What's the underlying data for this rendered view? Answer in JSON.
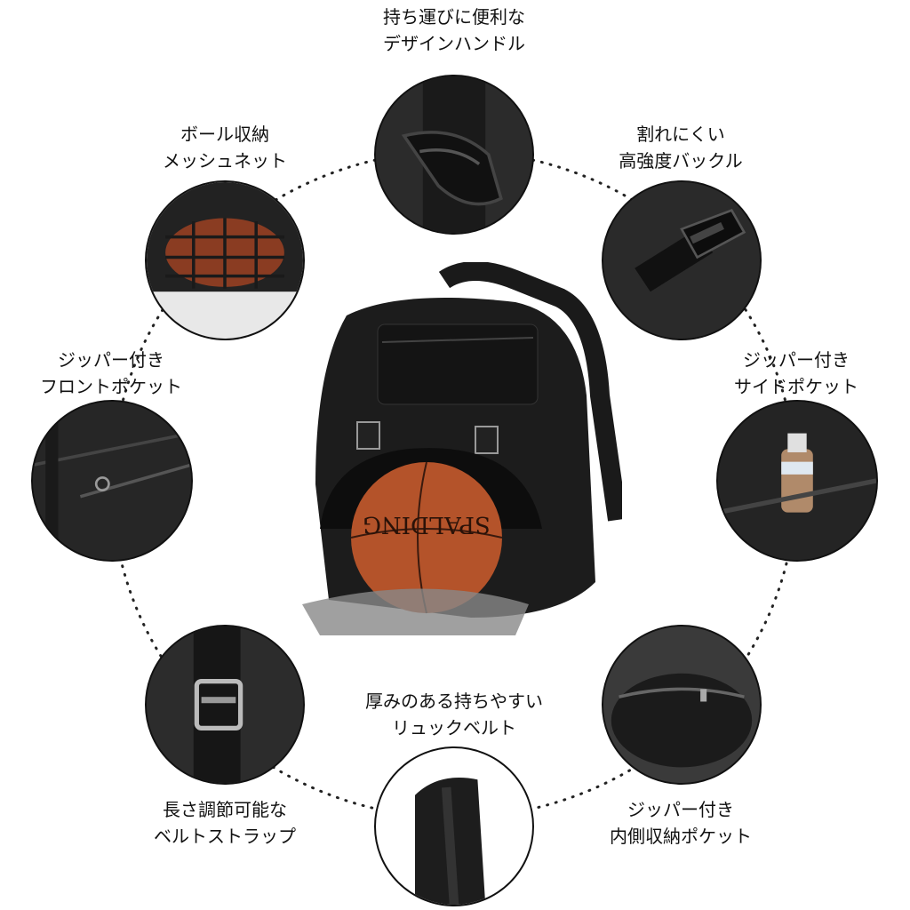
{
  "features": [
    {
      "id": "handle",
      "line1": "持ち運びに便利な",
      "line2": "デザインハンドル",
      "icon": "handle-icon"
    },
    {
      "id": "mesh",
      "line1": "ボール収納",
      "line2": "メッシュネット",
      "icon": "mesh-net-icon"
    },
    {
      "id": "buckle",
      "line1": "割れにくい",
      "line2": "高強度バックル",
      "icon": "buckle-icon"
    },
    {
      "id": "front-pocket",
      "line1": "ジッパー付き",
      "line2": "フロントポケット",
      "icon": "zipper-pocket-icon"
    },
    {
      "id": "side-pocket",
      "line1": "ジッパー付き",
      "line2": "サイドポケット",
      "icon": "bottle-icon"
    },
    {
      "id": "shoulder-belt",
      "line1": "厚みのある持ちやすい",
      "line2": "リュックベルト",
      "icon": "shoulder-strap-icon"
    },
    {
      "id": "strap",
      "line1": "長さ調節可能な",
      "line2": "ベルトストラップ",
      "icon": "strap-adjuster-icon"
    },
    {
      "id": "inner-pocket",
      "line1": "ジッパー付き",
      "line2": "内側収納ポケット",
      "icon": "inner-zipper-icon"
    }
  ],
  "product": {
    "ball_brand": "SPALDING"
  },
  "colors": {
    "bag": "#1c1c1c",
    "ball": "#b4532a",
    "ring_dots": "#222222"
  }
}
